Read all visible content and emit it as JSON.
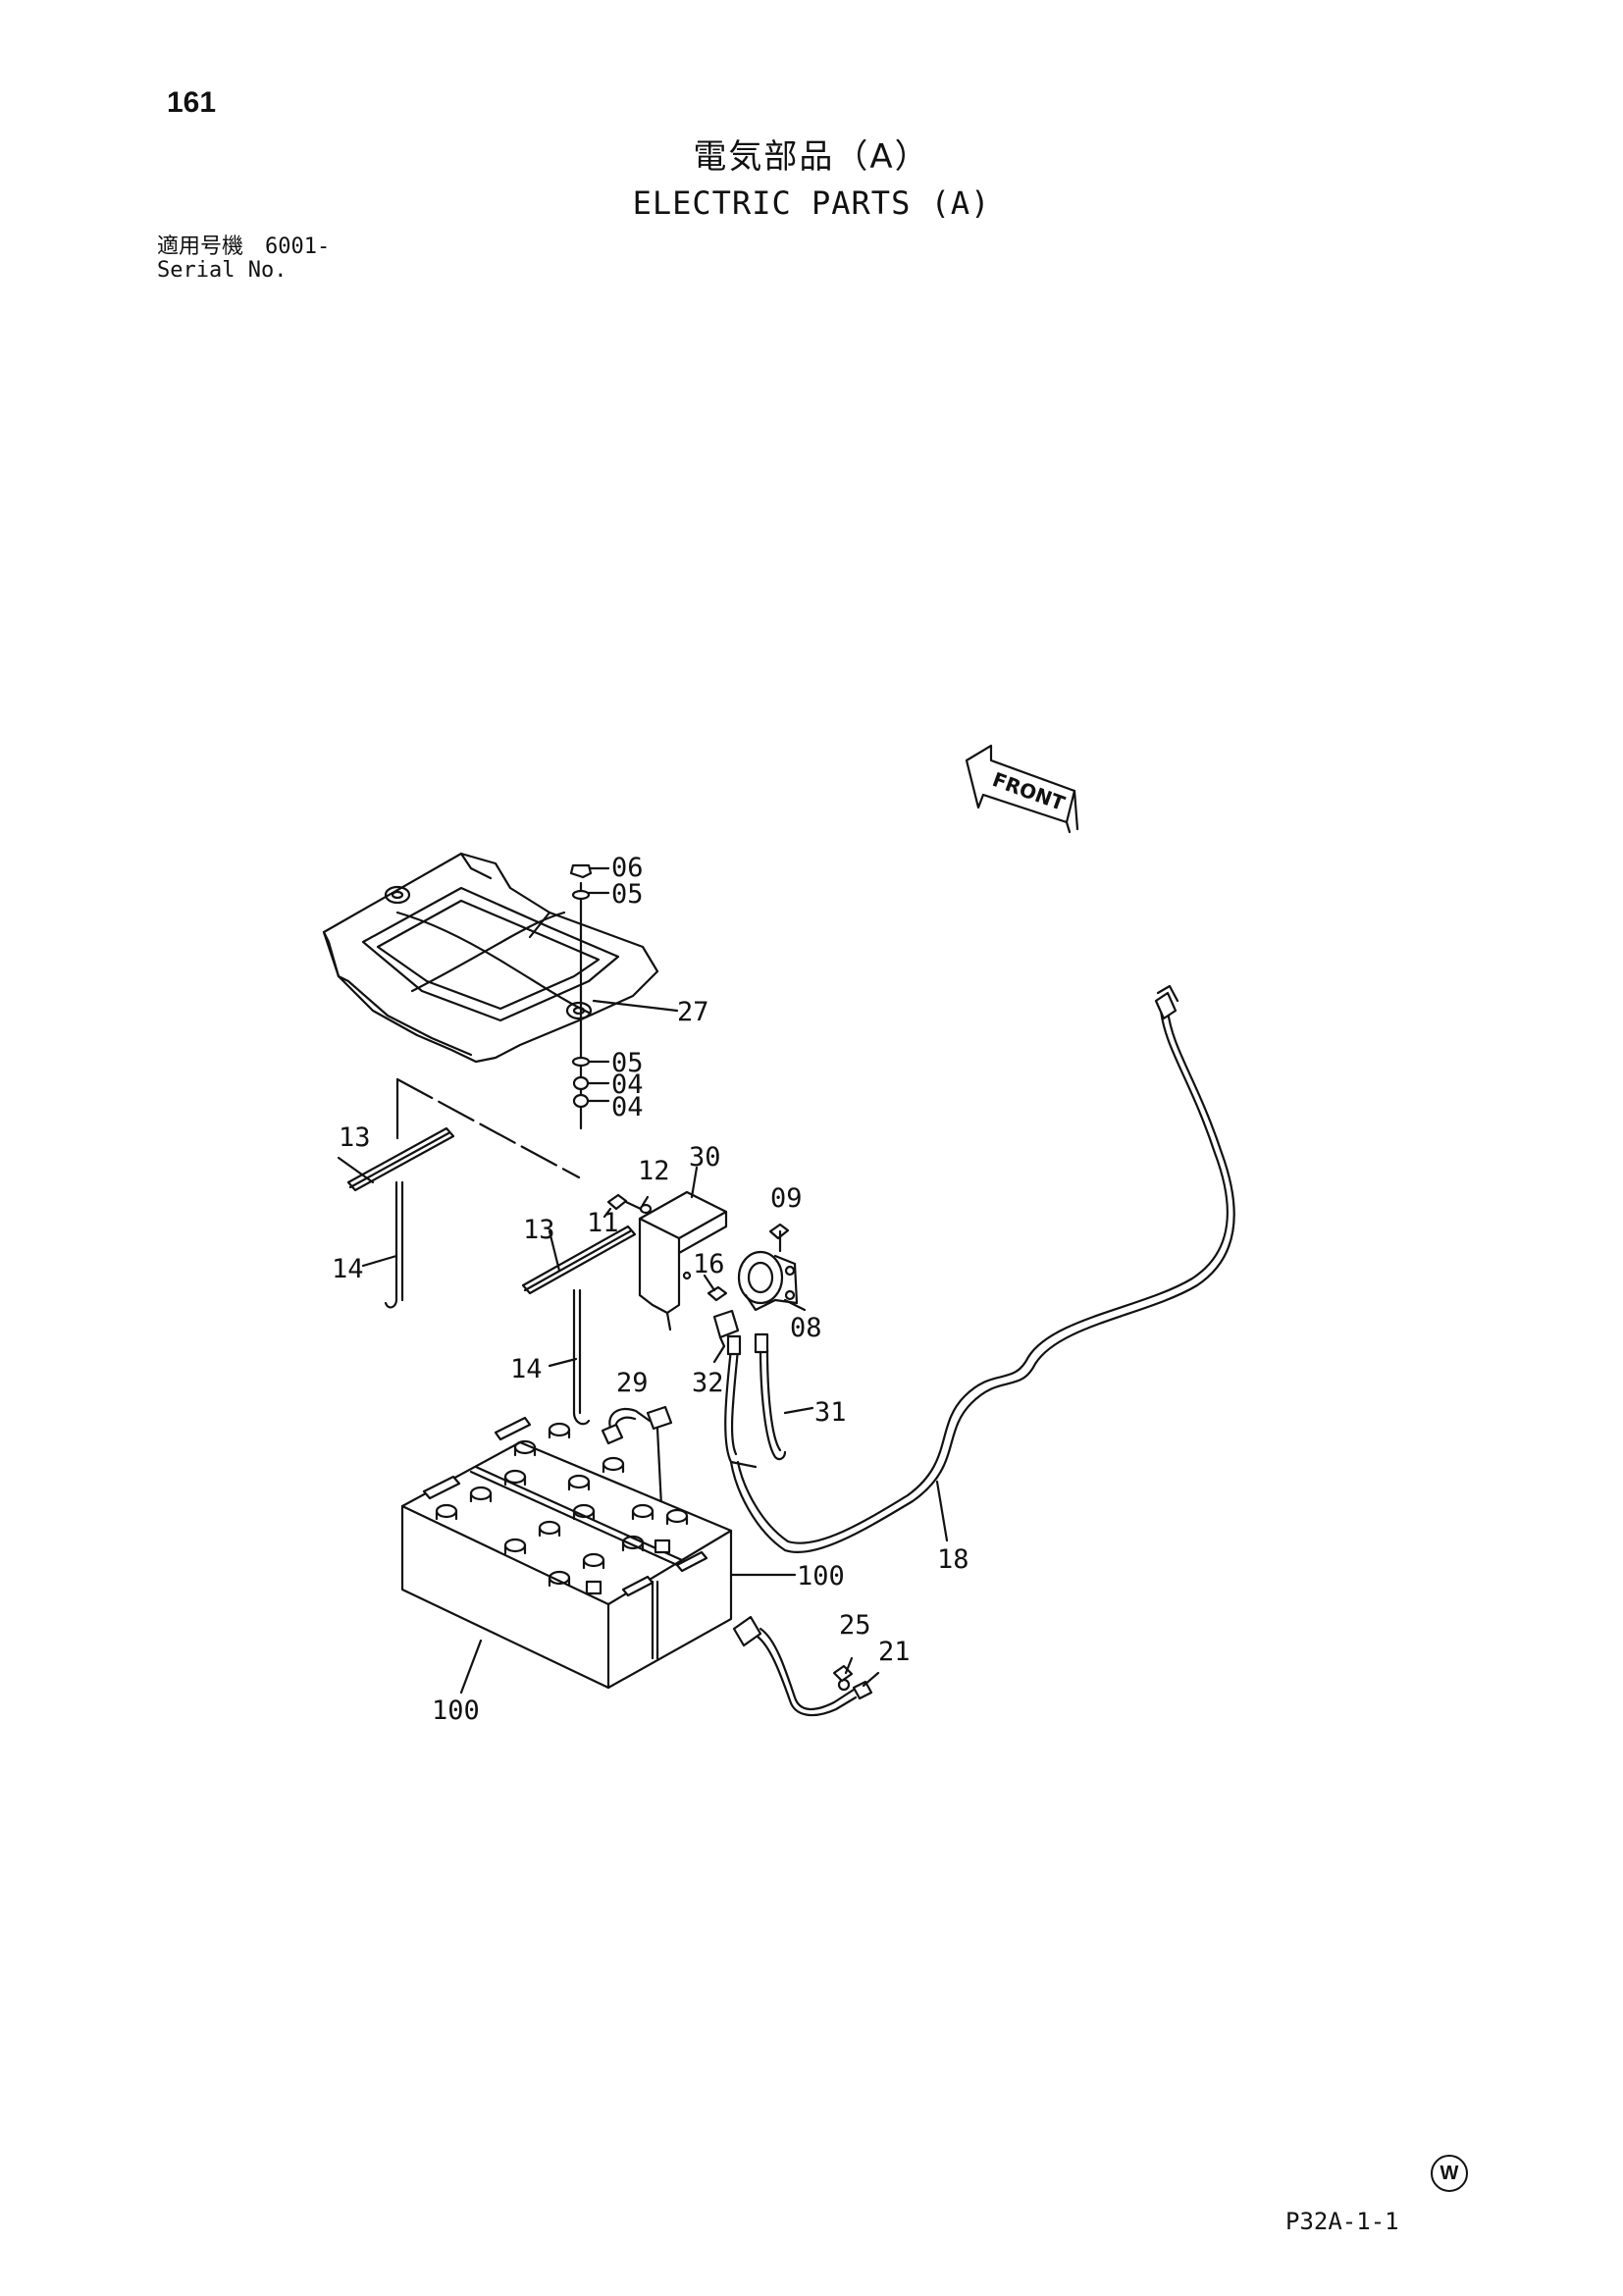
{
  "page": {
    "number": "161",
    "title_jp": "電気部品（A）",
    "title_en": "ELECTRIC PARTS (A)",
    "serial_label_jp": "適用号機",
    "serial_value": "6001-",
    "serial_label_en": "Serial No.",
    "reference_code": "P32A-1-1",
    "mark_letter": "W"
  },
  "diagram": {
    "front_label": "FRONT",
    "callouts": [
      {
        "id": "c06",
        "label": "06"
      },
      {
        "id": "c05a",
        "label": "05"
      },
      {
        "id": "c27",
        "label": "27"
      },
      {
        "id": "c05b",
        "label": "05"
      },
      {
        "id": "c04a",
        "label": "04"
      },
      {
        "id": "c04b",
        "label": "04"
      },
      {
        "id": "c13a",
        "label": "13"
      },
      {
        "id": "c14a",
        "label": "14"
      },
      {
        "id": "c12",
        "label": "12"
      },
      {
        "id": "c30",
        "label": "30"
      },
      {
        "id": "c11",
        "label": "11"
      },
      {
        "id": "c13b",
        "label": "13"
      },
      {
        "id": "c09",
        "label": "09"
      },
      {
        "id": "c16",
        "label": "16"
      },
      {
        "id": "c08",
        "label": "08"
      },
      {
        "id": "c14b",
        "label": "14"
      },
      {
        "id": "c29",
        "label": "29"
      },
      {
        "id": "c32",
        "label": "32"
      },
      {
        "id": "c31",
        "label": "31"
      },
      {
        "id": "c100a",
        "label": "100"
      },
      {
        "id": "c18",
        "label": "18"
      },
      {
        "id": "c25",
        "label": "25"
      },
      {
        "id": "c21",
        "label": "21"
      },
      {
        "id": "c100b",
        "label": "100"
      }
    ]
  }
}
